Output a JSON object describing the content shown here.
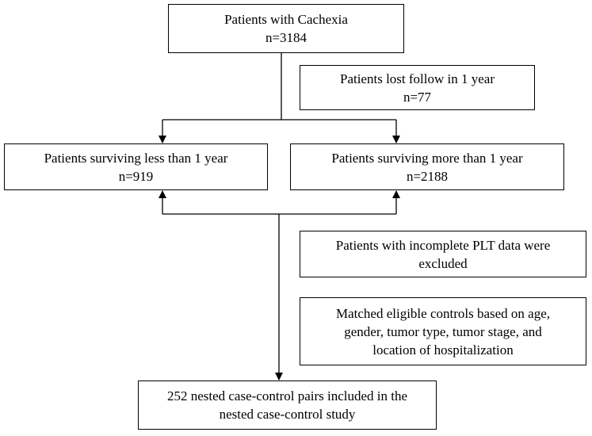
{
  "flowchart": {
    "cohort": {
      "line1": "Patients with Cachexia",
      "line2": "n=3184"
    },
    "lost": {
      "line1": "Patients lost follow in 1 year",
      "line2": "n=77"
    },
    "short": {
      "line1": "Patients surviving less than 1 year",
      "line2": "n=919"
    },
    "long": {
      "line1": "Patients surviving more than 1 year",
      "line2": "n=2188"
    },
    "excluded": {
      "line1": "Patients with incomplete PLT data were",
      "line2": "excluded"
    },
    "matched": {
      "line1": "Matched eligible controls based on age,",
      "line2": "gender, tumor type, tumor stage, and",
      "line3": "location of hospitalization"
    },
    "final": {
      "line1": "252 nested case-control pairs included in the",
      "line2": "nested case-control study"
    }
  }
}
